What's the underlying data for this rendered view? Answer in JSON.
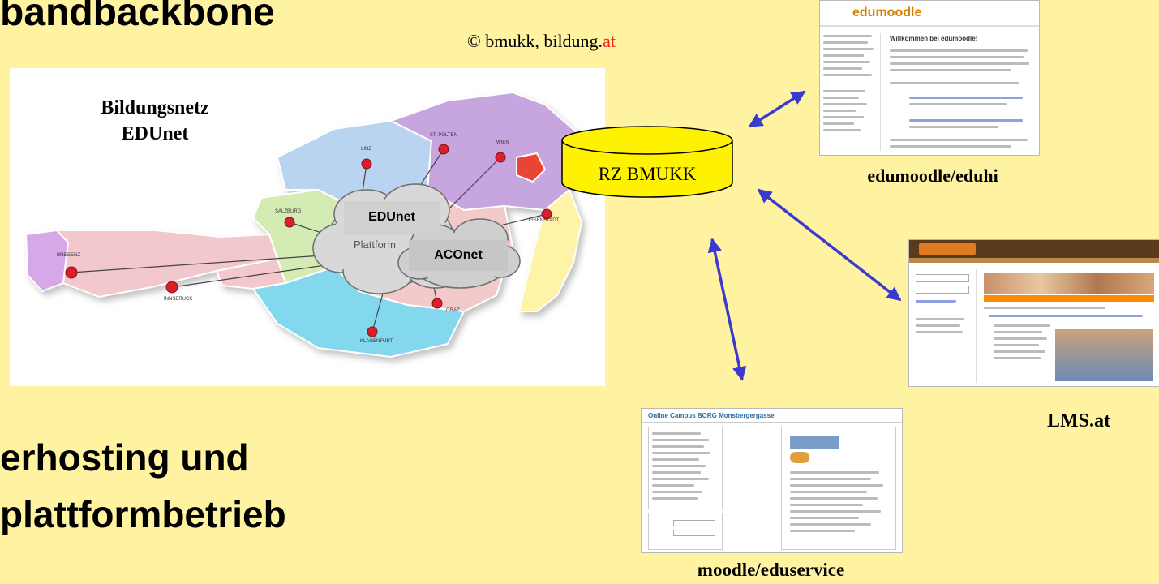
{
  "slide": {
    "title_fragment": "bandbackbone",
    "subtitle_line1": "erhosting und",
    "subtitle_line2": "plattformbetrieb",
    "copyright_text": "© bmukk, bildung.",
    "copyright_suffix": "at",
    "map_title_line1": "Bildungsnetz",
    "map_title_line2": "EDUnet",
    "cloud_label_edunet": "EDUnet",
    "cloud_label_plattform": "Plattform",
    "cloud_label_aconet": "ACOnet",
    "city_labels": [
      "LINZ",
      "ST. PÖLTEN",
      "WIEN",
      "SALZBURG",
      "EISENSTADT",
      "BREGENZ",
      "INNSBRUCK",
      "GRAZ",
      "KLAGENFURT"
    ],
    "database_label": "RZ BMUKK",
    "caption_edumoodle": "edumoodle/eduhi",
    "caption_lms": "LMS.at",
    "caption_moodle": "moodle/eduservice",
    "edumoodle_logo": "edumoodle",
    "edumoodle_heading": "Willkommen bei edumoodle!",
    "moodle_header": "Online Campus BORG Monsbergergasse"
  },
  "colors": {
    "background": "#FFF2A0",
    "copyright_accent": "#E8211D",
    "arrow": "#3A3ACF",
    "database_fill": "#FFF200",
    "cloud_fill": "#D8D8D8",
    "city_dot": "#D81F2A"
  }
}
